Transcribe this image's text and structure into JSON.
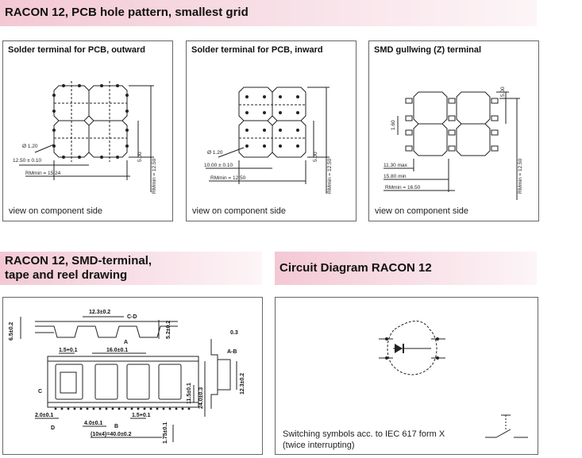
{
  "sections": {
    "hole_pattern_title": "RACON 12, PCB hole pattern, smallest grid",
    "tape_title_line1": "RACON 12, SMD-terminal,",
    "tape_title_line2": "tape and reel drawing",
    "circuit_title": "Circuit Diagram RACON 12"
  },
  "panels": [
    {
      "title": "Solder terminal for PCB, outward",
      "caption": "view on component side",
      "dims": {
        "d": "Ø 1.20",
        "pitch": "12.50 ± 0.10",
        "rm": "RMmin = 15.24",
        "v1": "5.00",
        "v2": "RMmin = 12.50"
      }
    },
    {
      "title": "Solder terminal for PCB, inward",
      "caption": "view on component side",
      "dims": {
        "d": "Ø 1.20",
        "pitch": "10.00 ± 0.10",
        "rm": "RMmin = 12.50",
        "v1": "5.00",
        "v2": "RMmin = 12.50"
      }
    },
    {
      "title": "SMD gullwing (Z) terminal",
      "caption": "view on component side",
      "dims": {
        "a": "1.60",
        "b": "5.00",
        "c": "11.30 max",
        "d": "15.80 min",
        "e": "RMmin = 16.50",
        "f": "RMmin = 12.50"
      }
    }
  ],
  "tape": {
    "d1": "12.3±0.2",
    "d2": "C-D",
    "d3": "6.5±0.2",
    "d4": "5.2±0.2",
    "d5": "0.3",
    "d6": "A-B",
    "d7": "1.5+0.1",
    "d8": "16.0±0.1",
    "d9": "A",
    "d10": "C",
    "d11": "11.5±0.1",
    "d12": "24.0±0.3",
    "d13": "12.3±0.2",
    "d14": "1.75±0.1",
    "d15": "2.0±0.1",
    "d16": "4.0±0.1",
    "d17": "1.5+0.1",
    "d18": "(10x4)=40.0±0.2",
    "d19": "B",
    "d20": "D"
  },
  "circuit": {
    "caption_line1": "Switching symbols acc. to IEC 617 form X",
    "caption_line2": "(twice interrupting)"
  }
}
